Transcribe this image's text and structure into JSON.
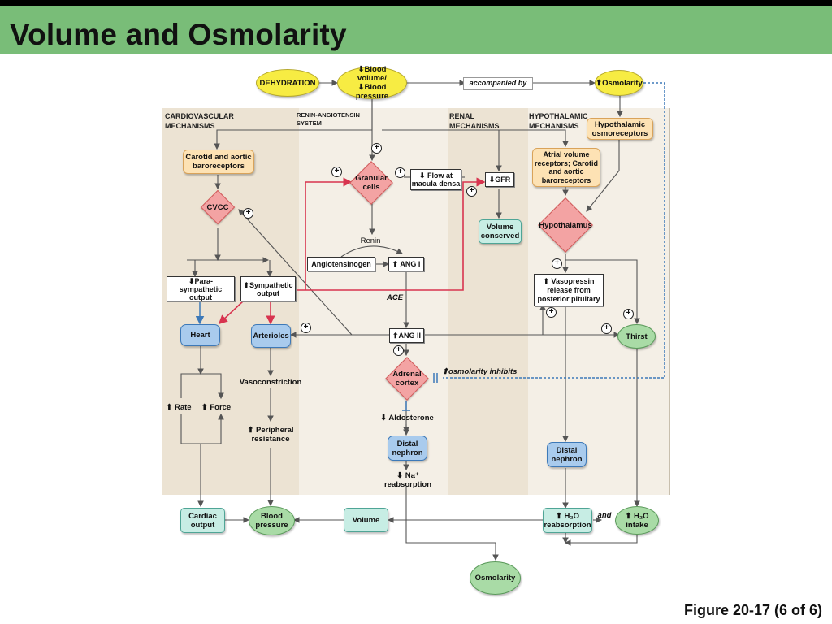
{
  "title": "Volume and Osmolarity",
  "figure_caption": "Figure 20-17 (6 of 6)",
  "sections": {
    "cardiovascular": "CARDIOVASCULAR MECHANISMS",
    "renin_angiotensin": "RENIN-ANGIOTENSIN SYSTEM",
    "renal": "RENAL MECHANISMS",
    "hypothalamic": "HYPOTHALAMIC MECHANISMS"
  },
  "nodes": {
    "dehydration": "DEHYDRATION",
    "blood_volume_pressure": "⬇Blood volume/ ⬇Blood pressure",
    "osmolarity_top": "⬆Osmolarity",
    "hypothalamic_osmoreceptors": "Hypothalamic osmoreceptors",
    "carotid_aortic_baroreceptors": "Carotid and aortic baroreceptors",
    "cvcc": "CVCC",
    "granular_cells": "Granular cells",
    "flow_macula_densa": "⬇ Flow at macula densa",
    "gfr": "⬇GFR",
    "volume_conserved": "Volume conserved",
    "atrial_volume_receptors": "Atrial volume receptors; Carotid and aortic baroreceptors",
    "hypothalamus": "Hypothalamus",
    "renin": "Renin",
    "angiotensinogen": "Angiotensinogen",
    "ang_i": "⬆ ANG I",
    "ace": "ACE",
    "parasympathetic_output": "⬇Para- sympathetic output",
    "sympathetic_output": "⬆Sympathetic output",
    "heart": "Heart",
    "arterioles": "Arterioles",
    "ang_ii": "⬆ANG II",
    "vasopressin_release": "⬆ Vasopressin release from posterior pituitary",
    "thirst": "Thirst",
    "adrenal_cortex": "Adrenal cortex",
    "vasoconstriction": "Vasoconstriction",
    "rate": "⬆ Rate",
    "force": "⬆ Force",
    "peripheral_resistance": "⬆ Peripheral resistance",
    "aldosterone": "⬇ Aldosterone",
    "distal_nephron_left": "Distal nephron",
    "distal_nephron_right": "Distal nephron",
    "na_reabsorption": "⬇ Na⁺ reabsorption",
    "cardiac_output": "Cardiac output",
    "blood_pressure": "Blood pressure",
    "volume": "Volume",
    "h2o_reabsorption": "⬆ H₂O reabsorption",
    "h2o_intake": "⬆ H₂O intake",
    "osmolarity_bottom": "Osmolarity"
  },
  "link_labels": {
    "accompanied_by": "accompanied by",
    "osmolarity_inhibits": "⬆osmolarity inhibits",
    "and": "and"
  },
  "plus_symbol": "+"
}
